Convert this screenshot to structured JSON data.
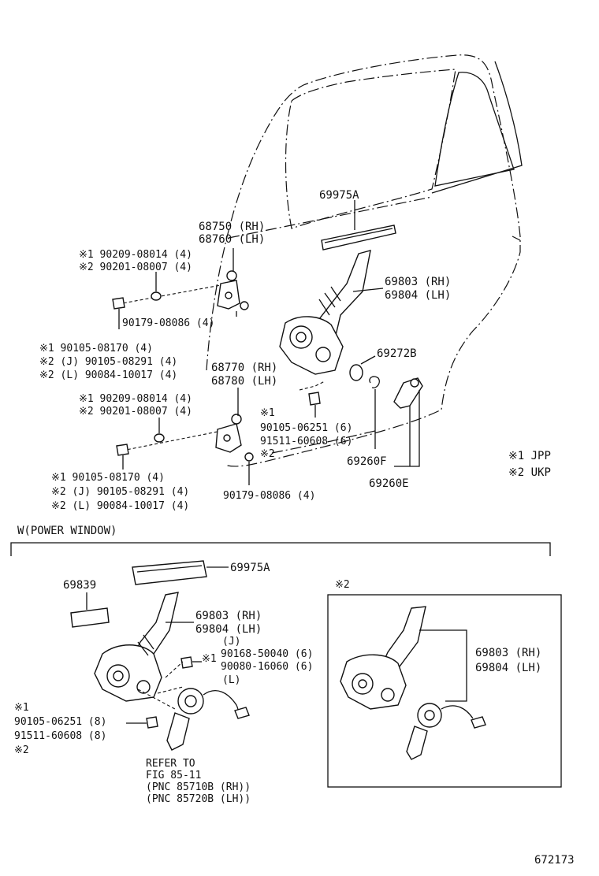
{
  "labels": {
    "trim_strip": "69975A",
    "hinge_upper_rh": "68750 (RH)",
    "hinge_upper_lh": "68760 (LH)",
    "bolt_u_jpp": "※1 90209-08014 (4)",
    "bolt_u_ukp": "※2 90201-08007 (4)",
    "regulator_rh": "69803 (RH)",
    "regulator_lh": "69804 (LH)",
    "nut_upper": "90179-08086 (4)",
    "grommet": "69272B",
    "bolt_ua_1": "※1     90105-08170 (4)",
    "bolt_ua_2": "※2 (J)  90105-08291 (4)",
    "bolt_ua_3": "※2 (L)  90084-10017 (4)",
    "hinge_lower_rh": "68770 (RH)",
    "hinge_lower_lh": "68780 (LH)",
    "bolt_l_jpp": "※1 90209-08014 (4)",
    "bolt_l_ukp": "※2 90201-08007 (4)",
    "reg_bolt_mark1": "※1",
    "reg_bolt_1": "90105-06251 (6)",
    "reg_bolt_2": "91511-60608 (6)",
    "reg_bolt_mark2": "※2",
    "snap_ring": "69260F",
    "handle": "69260E",
    "legend_1": "※1 JPP",
    "legend_2": "※2 UKP",
    "bolt_la_1": "※1     90105-08170 (4)",
    "bolt_la_2": "※2 (J)  90105-08291 (4)",
    "bolt_la_3": "※2 (L)  90084-10017 (4)",
    "nut_lower": "90179-08086 (4)"
  },
  "power_window": {
    "section_title": "W(POWER WINDOW)",
    "trim_strip": "69975A",
    "stopper": "69839",
    "regulator_rh": "69803 (RH)",
    "regulator_lh": "69804 (LH)",
    "bolt_j_tag": "(J)",
    "bolt_mark": "※1",
    "bolt_1": "90168-50040 (6)",
    "bolt_2": "90080-16060 (6)",
    "bolt_l_tag": "(L)",
    "motor_mark1": "※1",
    "motor_bolt_1": "90105-06251 (8)",
    "motor_bolt_2": "91511-60608 (8)",
    "motor_mark2": "※2",
    "refer_1": "REFER TO",
    "refer_2": "FIG 85-11",
    "refer_3": "(PNC 85710B (RH))",
    "refer_4": "(PNC 85720B (LH))",
    "inset_mark": "※2",
    "inset_regulator_rh": "69803 (RH)",
    "inset_regulator_lh": "69804 (LH)"
  },
  "figure_number": "672173"
}
